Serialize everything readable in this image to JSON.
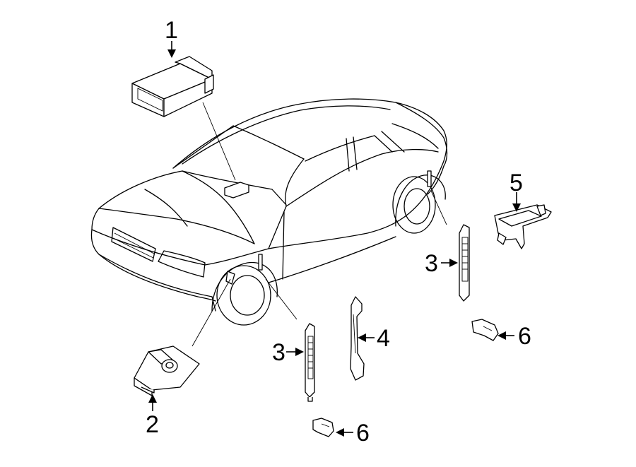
{
  "callouts": [
    {
      "id": "c1",
      "label": "1"
    },
    {
      "id": "c2",
      "label": "2"
    },
    {
      "id": "c3a",
      "label": "3"
    },
    {
      "id": "c3b",
      "label": "3"
    },
    {
      "id": "c4",
      "label": "4"
    },
    {
      "id": "c5",
      "label": "5"
    },
    {
      "id": "c6a",
      "label": "6"
    },
    {
      "id": "c6b",
      "label": "6"
    }
  ]
}
